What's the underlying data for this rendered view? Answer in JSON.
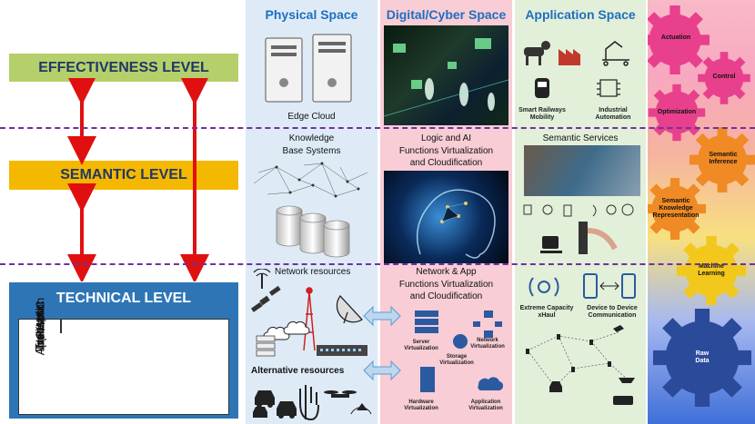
{
  "levels": {
    "effectiveness": "EFFECTIVENESS LEVEL",
    "semantic": "SEMANTIC LEVEL",
    "technical": "TECHNICAL LEVEL"
  },
  "technical_layers": [
    "Application",
    "Transport",
    "Network",
    "Link/MAC",
    "PHY"
  ],
  "columns": {
    "physical": {
      "title": "Physical Space",
      "edge_cloud": "Edge Cloud",
      "knowledge": "Knowledge\nBase Systems",
      "network_resources": "Network resources",
      "alternative_resources": "Alternative resources"
    },
    "digital": {
      "title": "Digital/Cyber Space",
      "logic_ai": "Logic and AI\nFunctions Virtualization\nand Cloudification",
      "network_app": "Network & App\nFunctions Virtualization\nand Cloudification",
      "server_virt": "Server\nVirtualization",
      "network_virt": "Network\nVirtualization",
      "storage_virt": "Storage\nVirtualization",
      "hardware_virt": "Hardware\nVirtualization",
      "application_virt": "Application\nVirtualization"
    },
    "application": {
      "title": "Application Space",
      "smart_railways": "Smart Railways\nMobility",
      "industrial_automation": "Industrial\nAutomation",
      "semantic_services": "Semantic Services",
      "xhaul": "Extreme Capacity\nxHaul",
      "d2d": "Device to Device\nCommunication"
    }
  },
  "gears": [
    "Actuation",
    "Control",
    "Optimization",
    "Semantic\nInference",
    "Semantic\nKnowledge\nRepresentation",
    "Machine\nLearning",
    "Raw\nData"
  ],
  "colors": {
    "effectiveness_bg": "#b5cf6b",
    "semantic_bg": "#f5b800",
    "technical_bg": "#2e75b6",
    "physical_bg": "#deebf7",
    "digital_bg": "#f8cdd5",
    "application_bg": "#e2efd9",
    "arrow": "#e01010",
    "dash": "#7030a0"
  }
}
